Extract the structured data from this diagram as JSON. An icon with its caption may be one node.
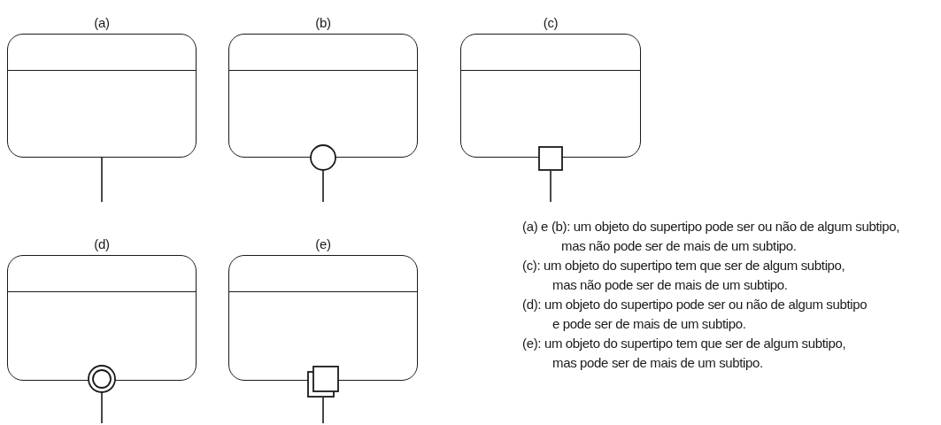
{
  "diagram": {
    "nodes": [
      {
        "text": [
          "(a)"
        ]
      },
      {
        "text": [
          "(b)"
        ]
      },
      {
        "text": [
          "(c)"
        ]
      },
      {
        "text": [
          "(d)"
        ]
      },
      {
        "text": [
          "(e)"
        ]
      },
      {
        "text": [],
        "shape": "circle"
      },
      {
        "text": [],
        "shape": "box"
      },
      {
        "text": [],
        "shape": "ring"
      },
      {
        "text": [],
        "shape": "stack"
      }
    ],
    "edges": [
      {
        "from": 0,
        "to": null,
        "arrow": "none"
      },
      {
        "from": 5,
        "to": null,
        "arrow": "none"
      },
      {
        "from": 6,
        "to": null,
        "arrow": "none"
      },
      {
        "from": 7,
        "to": null,
        "arrow": "none"
      },
      {
        "from": 8,
        "to": null,
        "arrow": "none"
      }
    ],
    "labels": [
      "(a) e (b): um objeto do supertipo pode ser ou não de algum subtipo, mas não pode ser de mais de um subtipo.",
      "(c): um objeto do supertipo tem que ser de algum subtipo, mas não pode ser de mais de um subtipo.",
      "(d): um objeto do supertipo pode ser ou não de algum subtipo e pode ser de mais de um subtipo.",
      "(e): um objeto do supertipo tem que ser de algum subtipo, mas pode ser de mais de um subtipo."
    ]
  }
}
